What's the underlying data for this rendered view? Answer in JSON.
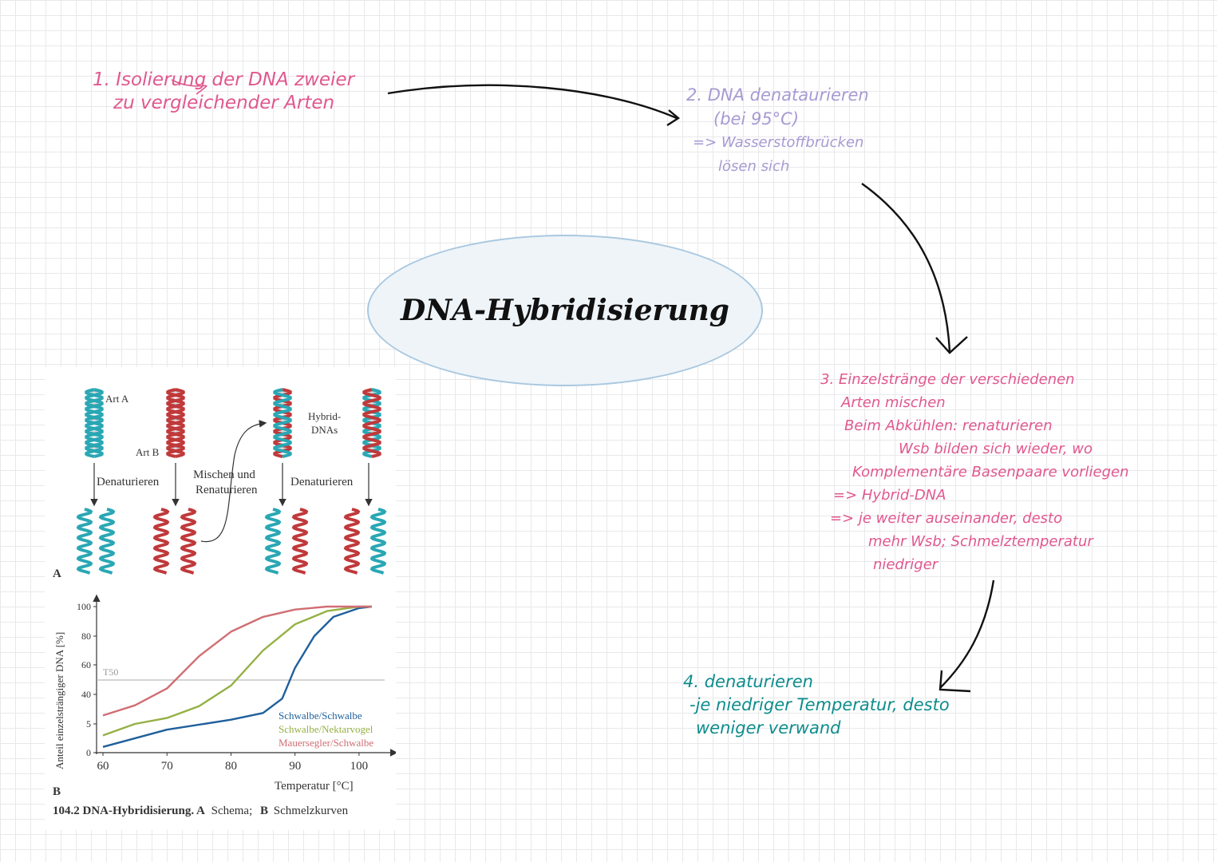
{
  "page": {
    "title": "DNA-Hybridisierung"
  },
  "notes": {
    "step1": [
      "1. Isolierung der DNA zweier",
      "zu vergleichender Arten"
    ],
    "step2": [
      "2. DNA denataurieren",
      "(bei 95°C)",
      "=> Wasserstoffbrücken",
      "lösen sich"
    ],
    "step3": [
      "3. Einzelstränge der verschiedenen",
      "Arten mischen",
      "Beim Abkühlen: renaturieren",
      "Wsb bilden sich wieder, wo",
      "Komplementäre Basenpaare vorliegen",
      "=> Hybrid-DNA",
      "=> je weiter auseinander, desto",
      "mehr Wsb; Schmelztemperatur",
      "niedriger"
    ],
    "step4": [
      "4. denaturieren",
      "-je niedriger Temperatur, desto",
      "weniger verwand"
    ]
  },
  "colors": {
    "pink": "#e0588e",
    "lilac": "#a79ad2",
    "teal": "#0e8c8c",
    "ellipse_border": "#a9c8e0",
    "ellipse_fill": "#eef4f8",
    "strand_teal": "#2aa7b4",
    "strand_red": "#c0393b",
    "curve_blue": "#1f5f9c",
    "curve_green": "#95b044",
    "curve_red": "#d06e73"
  },
  "figure": {
    "schema": {
      "label_a": "A",
      "art_a": "Art A",
      "art_b": "Art B",
      "hybrid": [
        "Hybrid-",
        "DNAs"
      ],
      "denaturieren_1": "Denaturieren",
      "mischen": [
        "Mischen und",
        "Renaturieren"
      ],
      "denaturieren_2": "Denaturieren"
    },
    "label_b": "B",
    "caption_bold": "104.2 DNA-Hybridisierung. A",
    "caption_a": "Schema;",
    "caption_b_bold": "B",
    "caption_b": "Schmelzkurven"
  },
  "chart_data": {
    "type": "line",
    "xlabel": "Temperatur [°C]",
    "ylabel": "Anteil einzelsträngiger DNA [%]",
    "x_ticks": [
      60,
      70,
      80,
      90,
      100
    ],
    "y_ticks": [
      "0",
      "5",
      "40",
      "60",
      "80",
      "100"
    ],
    "xlim": [
      59,
      104
    ],
    "threshold_label": "T50",
    "series": [
      {
        "name": "Schwalbe/Schwalbe",
        "color": "#1f5f9c",
        "x": [
          60,
          70,
          80,
          85,
          88,
          90,
          93,
          96,
          100,
          102
        ],
        "y": [
          1,
          4,
          10,
          18,
          35,
          58,
          80,
          93,
          99,
          100
        ]
      },
      {
        "name": "Schwalbe/Nektarvogel",
        "color": "#95b044",
        "x": [
          60,
          65,
          70,
          75,
          80,
          85,
          90,
          95,
          100,
          102
        ],
        "y": [
          3,
          5,
          12,
          26,
          46,
          70,
          88,
          97,
          100,
          100
        ]
      },
      {
        "name": "Mauersegler/Schwalbe",
        "color": "#d06e73",
        "x": [
          60,
          65,
          70,
          75,
          80,
          85,
          90,
          95,
          100,
          102
        ],
        "y": [
          15,
          27,
          44,
          66,
          83,
          93,
          98,
          100,
          100,
          100
        ]
      }
    ]
  }
}
